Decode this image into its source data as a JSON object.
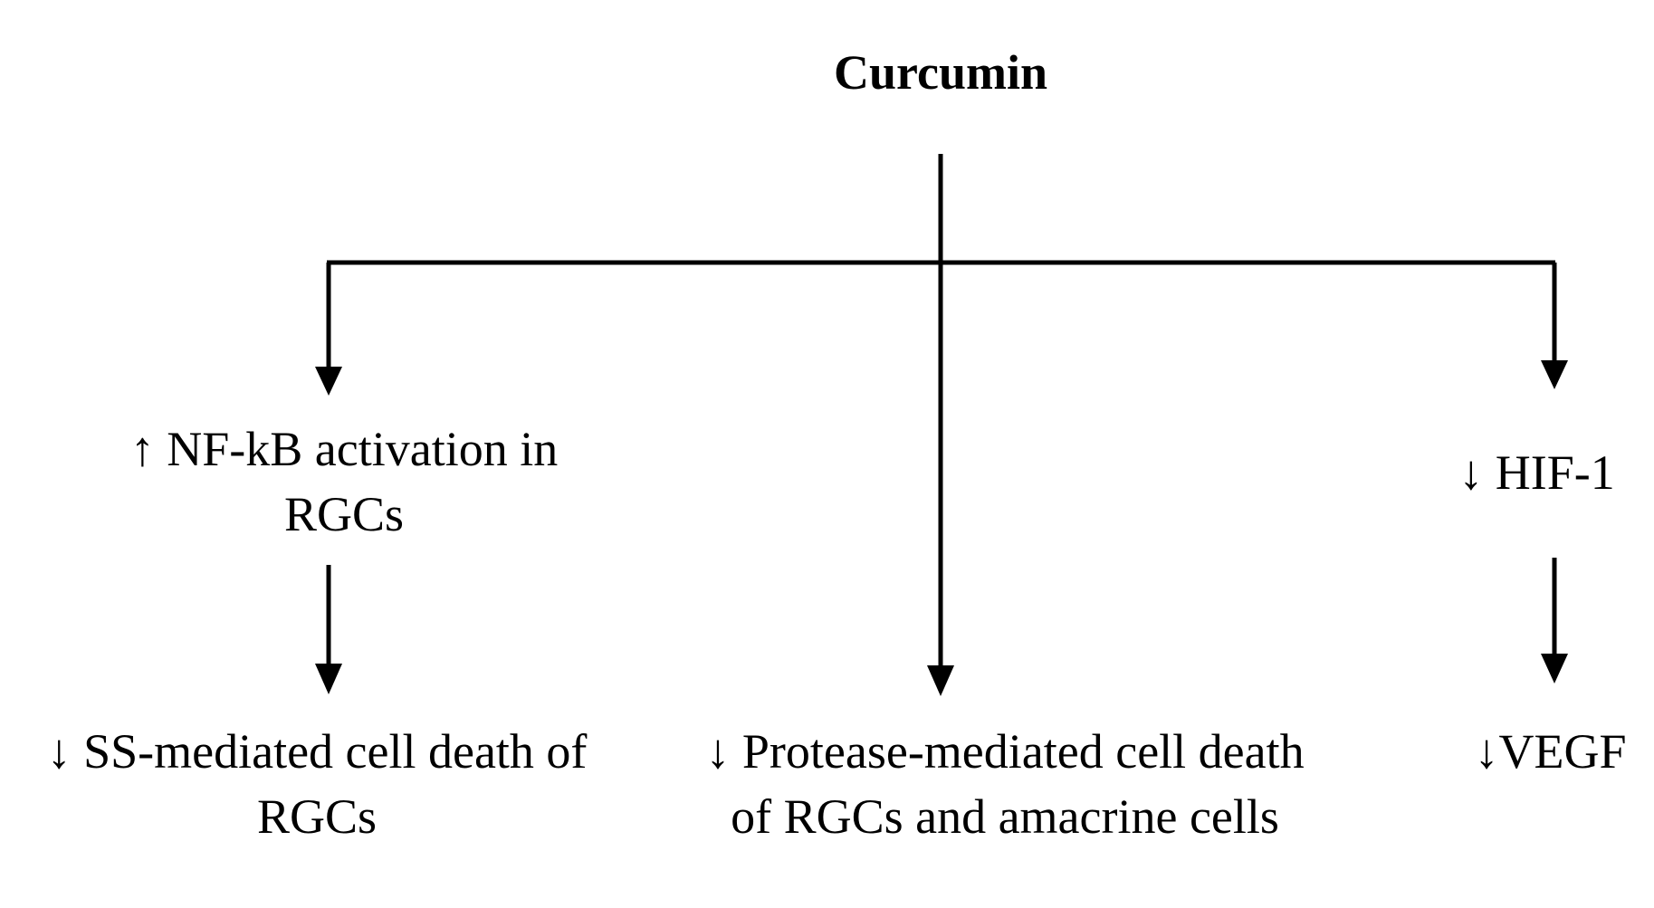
{
  "diagram": {
    "root": "Curcumin",
    "left_mid": [
      "↑ NF-kB activation in",
      "RGCs"
    ],
    "left_bottom": [
      "↓ SS-mediated cell death of",
      "RGCs"
    ],
    "center_bottom": [
      "↓ Protease-mediated cell death",
      "of RGCs and amacrine cells"
    ],
    "right_mid": [
      "↓ HIF-1"
    ],
    "right_bottom": [
      "↓VEGF"
    ]
  }
}
